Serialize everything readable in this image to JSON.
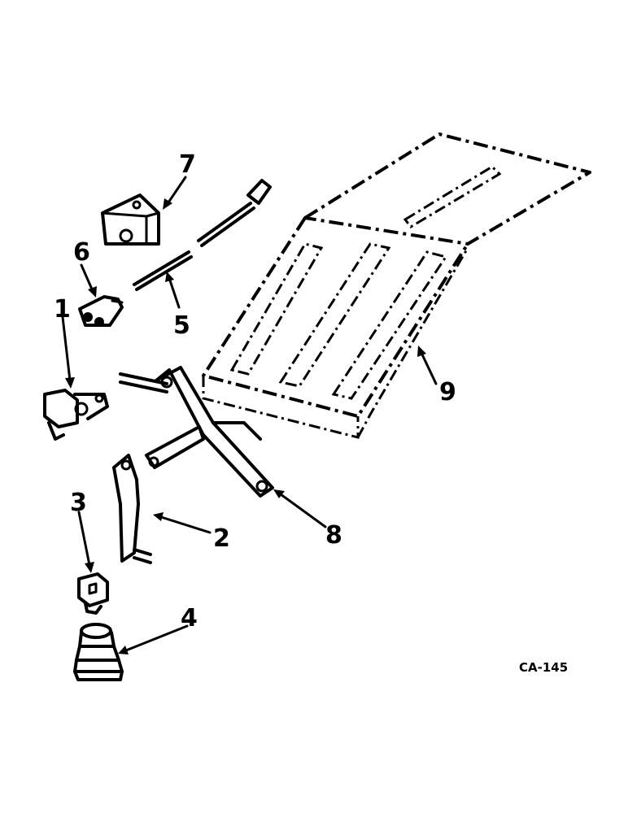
{
  "diagram": {
    "drawing_code": "CA-145",
    "callouts": [
      {
        "id": "1",
        "label": "1"
      },
      {
        "id": "2",
        "label": "2"
      },
      {
        "id": "3",
        "label": "3"
      },
      {
        "id": "4",
        "label": "4"
      },
      {
        "id": "5",
        "label": "5"
      },
      {
        "id": "6",
        "label": "6"
      },
      {
        "id": "7",
        "label": "7"
      },
      {
        "id": "8",
        "label": "8"
      },
      {
        "id": "9",
        "label": "9"
      }
    ]
  }
}
